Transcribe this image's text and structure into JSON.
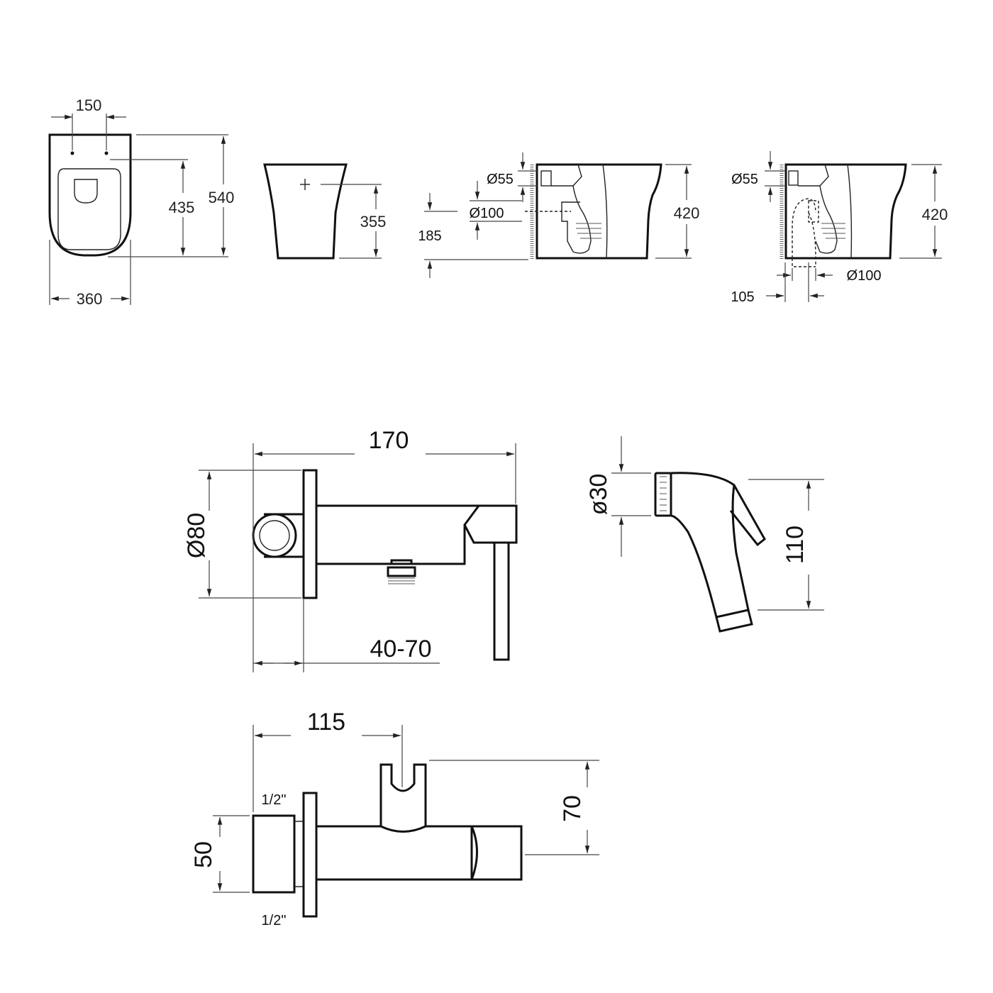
{
  "toilet": {
    "top_view": {
      "seat_hole_spacing": "150",
      "height_total": "540",
      "height_to_holes": "435",
      "width": "360"
    },
    "front_view": {
      "inlet_height": "355"
    },
    "side_view_wall_outlet": {
      "inlet_diameter": "Ø55",
      "outlet_diameter": "Ø100",
      "outlet_height": "185",
      "height": "420"
    },
    "side_view_floor_outlet": {
      "inlet_diameter": "Ø55",
      "height": "420",
      "outlet_diameter": "Ø100",
      "outlet_offset": "105"
    }
  },
  "bidet_valve": {
    "length": "170",
    "flange_diameter": "Ø80",
    "wall_depth": "40-70"
  },
  "hand_sprayer": {
    "head_diameter": "ø30",
    "length": "110"
  },
  "valve_with_holder": {
    "holder_offset": "115",
    "holder_height": "70",
    "body_height": "50",
    "thread_top": "1/2\"",
    "thread_bottom": "1/2\""
  }
}
